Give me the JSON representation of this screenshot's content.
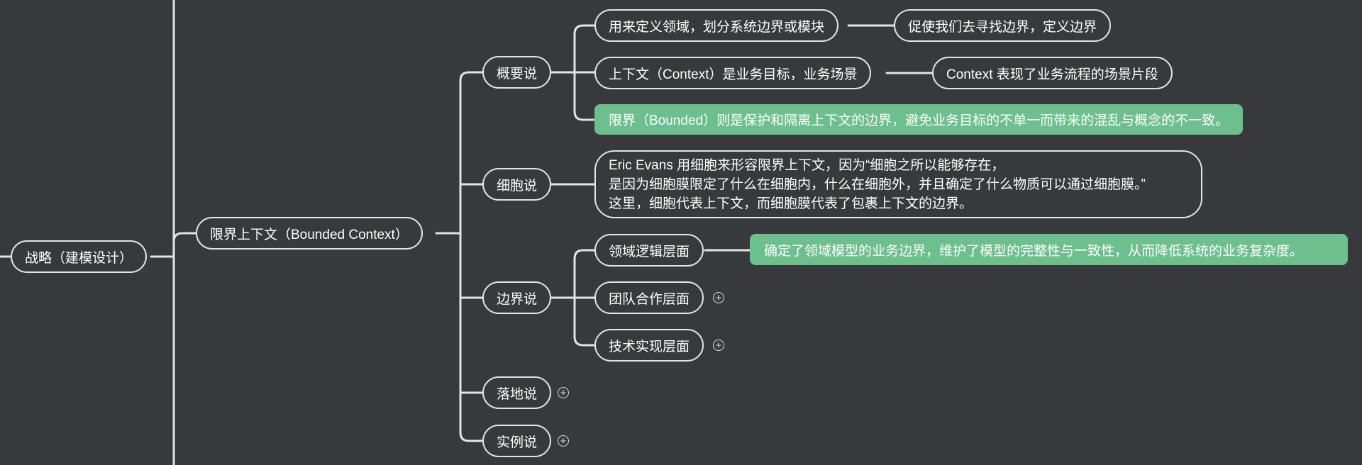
{
  "colors": {
    "background": "#38393d",
    "line": "#e4e4e4",
    "highlight": "#6dbf8d"
  },
  "root": {
    "label": "战略（建模设计）"
  },
  "topic": {
    "label": "限界上下文（Bounded Context）"
  },
  "branches": {
    "overview": {
      "label": "概要说",
      "items": [
        {
          "label": "用来定义领域，划分系统边界或模块",
          "note": "促使我们去寻找边界，定义边界"
        },
        {
          "label": "上下文（Context）是业务目标，业务场景",
          "note": "Context 表现了业务流程的场景片段"
        },
        {
          "label": "限界（Bounded）则是保护和隔离上下文的边界，避免业务目标的不单一而带来的混乱与概念的不一致。"
        }
      ]
    },
    "cell": {
      "label": "细胞说",
      "lines": [
        "Eric Evans 用细胞来形容限界上下文，因为“细胞之所以能够存在，",
        "是因为细胞膜限定了什么在细胞内，什么在细胞外，并且确定了什么物质可以通过细胞膜。”",
        "这里，细胞代表上下文，而细胞膜代表了包裹上下文的边界。"
      ]
    },
    "boundary": {
      "label": "边界说",
      "items": [
        {
          "label": "领域逻辑层面",
          "note": "确定了领域模型的业务边界，维护了模型的完整性与一致性，从而降低系统的业务复杂度。"
        },
        {
          "label": "团队合作层面",
          "collapsed": true
        },
        {
          "label": "技术实现层面",
          "collapsed": true
        }
      ]
    },
    "landing": {
      "label": "落地说",
      "collapsed": true
    },
    "example": {
      "label": "实例说",
      "collapsed": true
    }
  },
  "expand_icon": "+"
}
